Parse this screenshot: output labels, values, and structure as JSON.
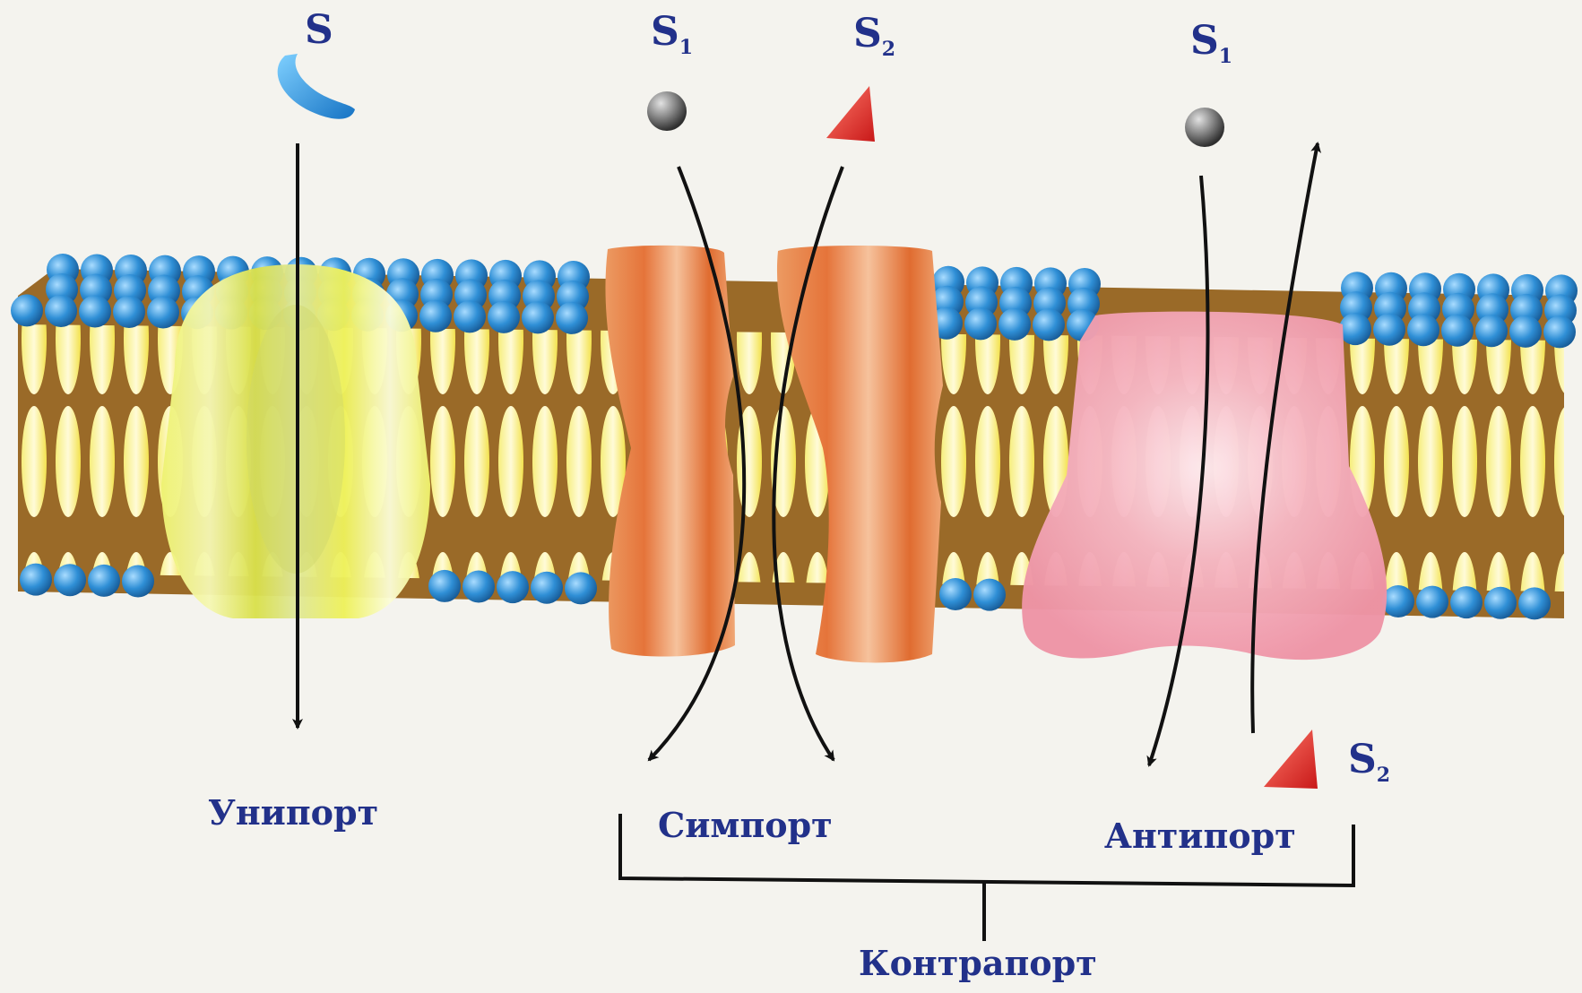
{
  "substrate_labels": {
    "uniport": "S",
    "symport_s1": "S",
    "symport_s1_sub": "1",
    "symport_s2": "S",
    "symport_s2_sub": "2",
    "antiport_s1": "S",
    "antiport_s1_sub": "1",
    "antiport_s2": "S",
    "antiport_s2_sub": "2"
  },
  "transport_types": {
    "uniport": "Унипорт",
    "symport": "Симпорт",
    "antiport": "Антипорт",
    "contraport": "Контрапорт"
  },
  "colors": {
    "label_text": "#22318a",
    "lipid_head": "#2f8fd6",
    "lipid_tail": "#f4e85a",
    "membrane_core": "#9a6a28",
    "uniporter": "#e9ee5c",
    "symporter": "#e8843c",
    "antiporter": "#f2a4b4",
    "substrate_s": "#2f9ae0",
    "substrate_s1": "#8a8a8a",
    "substrate_s2": "#e03030",
    "arrow": "#111111"
  }
}
